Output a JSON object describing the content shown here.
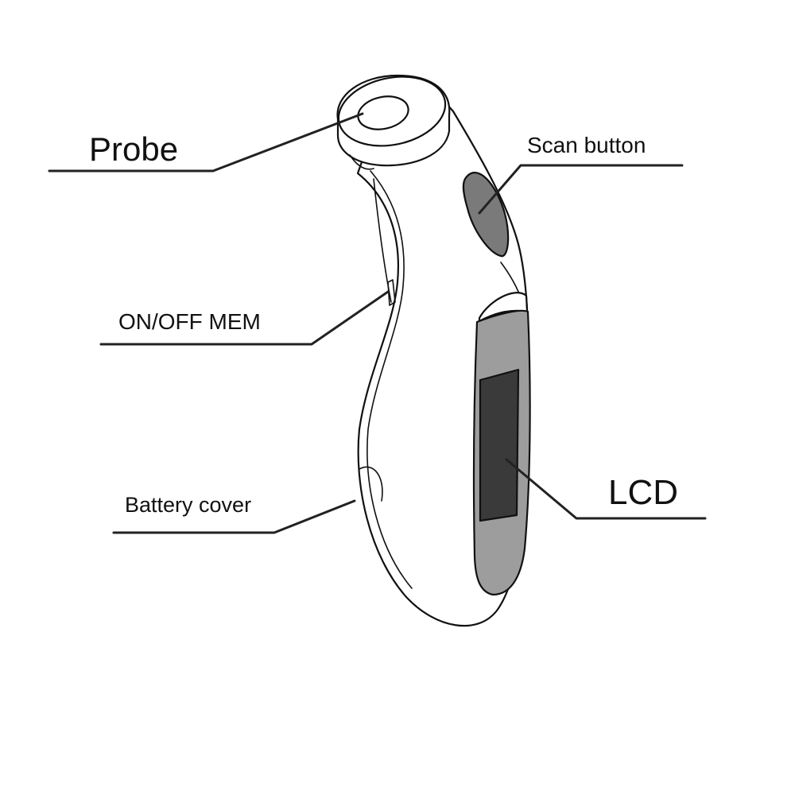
{
  "labels": {
    "probe": "Probe",
    "scan_button": "Scan button",
    "on_off_mem": "ON/OFF MEM",
    "battery_cover": "Battery cover",
    "lcd": "LCD"
  },
  "colors": {
    "outline": "#111111",
    "leader": "#222222",
    "scan_button_fill": "#7a7a7a",
    "lcd_frame_fill": "#9d9d9d",
    "lcd_screen_fill": "#3a3a3a",
    "background": "#ffffff"
  }
}
